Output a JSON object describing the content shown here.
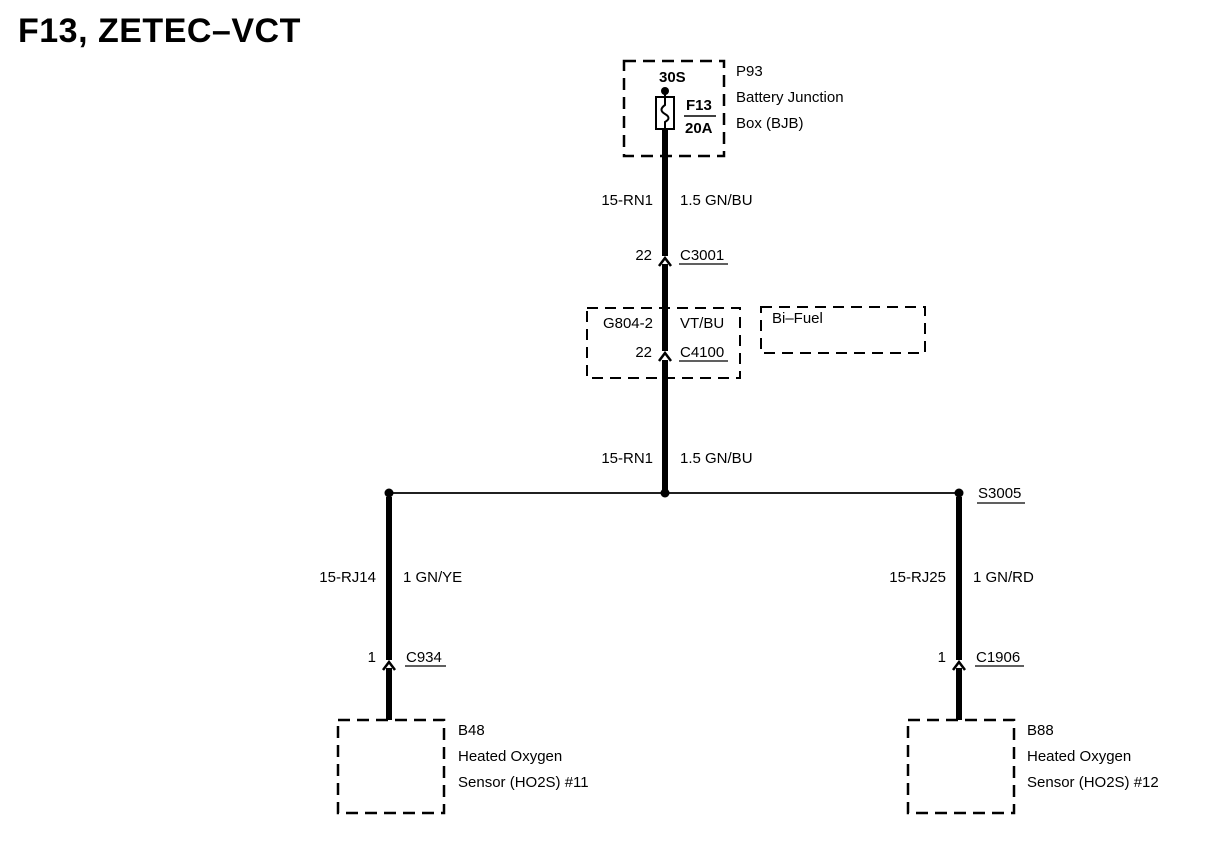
{
  "title": "F13, ZETEC–VCT",
  "bjb": {
    "id": "P93",
    "name_line1": "Battery Junction",
    "name_line2": "Box (BJB)",
    "supply": "30S",
    "fuse_id": "F13",
    "fuse_rating": "20A"
  },
  "wire_top": {
    "circuit": "15-RN1",
    "spec": "1.5 GN/BU"
  },
  "c3001": {
    "pin": "22",
    "id": "C3001"
  },
  "c4100": {
    "circuit": "G804-2",
    "color": "VT/BU",
    "pin": "22",
    "id": "C4100"
  },
  "option_box": {
    "label": "Bi–Fuel"
  },
  "wire_mid": {
    "circuit": "15-RN1",
    "spec": "1.5 GN/BU"
  },
  "splice": {
    "id": "S3005"
  },
  "left_branch": {
    "circuit": "15-RJ14",
    "spec": "1 GN/YE",
    "pin": "1",
    "connector": "C934",
    "component_id": "B48",
    "component_line1": "Heated Oxygen",
    "component_line2": "Sensor (HO2S) #11"
  },
  "right_branch": {
    "circuit": "15-RJ25",
    "spec": "1 GN/RD",
    "pin": "1",
    "connector": "C1906",
    "component_id": "B88",
    "component_line1": "Heated Oxygen",
    "component_line2": "Sensor (HO2S) #12"
  }
}
